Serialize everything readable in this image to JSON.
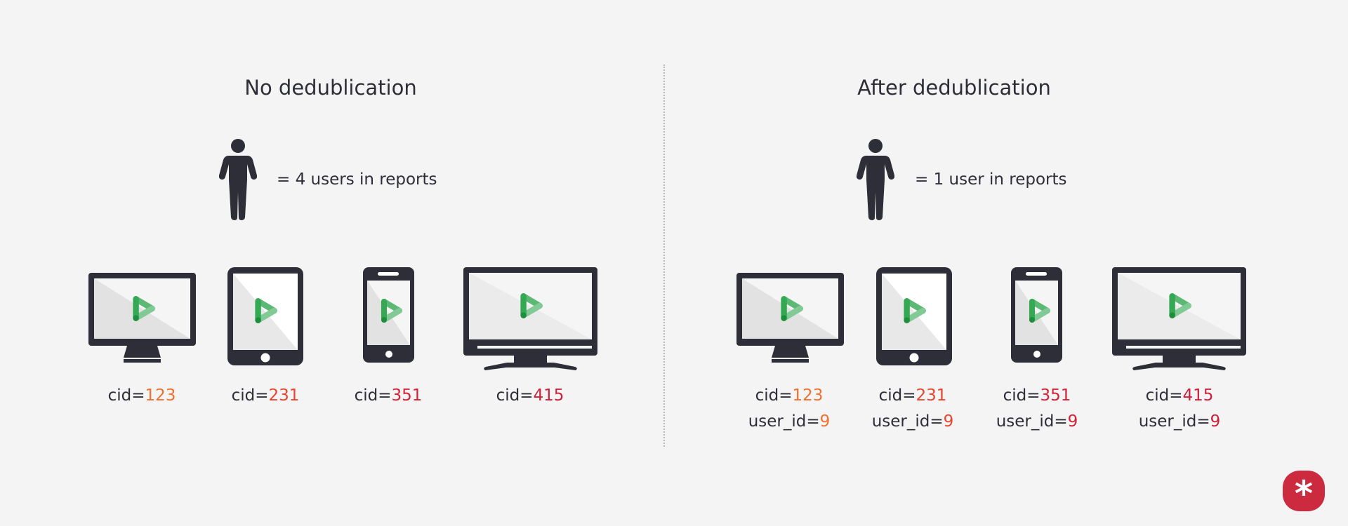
{
  "left": {
    "title": "No dedublication",
    "summary": "= 4 users in reports",
    "devices": [
      {
        "type": "monitor",
        "cid_label": "cid=",
        "cid": "123",
        "color": "#f07030"
      },
      {
        "type": "tablet",
        "cid_label": "cid=",
        "cid": "231",
        "color": "#e8452f"
      },
      {
        "type": "phone",
        "cid_label": "cid=",
        "cid": "351",
        "color": "#d62035"
      },
      {
        "type": "tv",
        "cid_label": "cid=",
        "cid": "415",
        "color": "#cc1f3a"
      }
    ]
  },
  "right": {
    "title": "After dedublication",
    "summary": "= 1 user in reports",
    "devices": [
      {
        "type": "monitor",
        "cid_label": "cid=",
        "cid": "123",
        "uid_label": "user_id=",
        "uid": "9",
        "color": "#f07030"
      },
      {
        "type": "tablet",
        "cid_label": "cid=",
        "cid": "231",
        "uid_label": "user_id=",
        "uid": "9",
        "color": "#e8452f"
      },
      {
        "type": "phone",
        "cid_label": "cid=",
        "cid": "351",
        "uid_label": "user_id=",
        "uid": "9",
        "color": "#d62035"
      },
      {
        "type": "tv",
        "cid_label": "cid=",
        "cid": "415",
        "uid_label": "user_id=",
        "uid": "9",
        "color": "#cc1f3a"
      }
    ]
  },
  "logo": {
    "glyph": "*",
    "color": "#cc2a3f"
  }
}
